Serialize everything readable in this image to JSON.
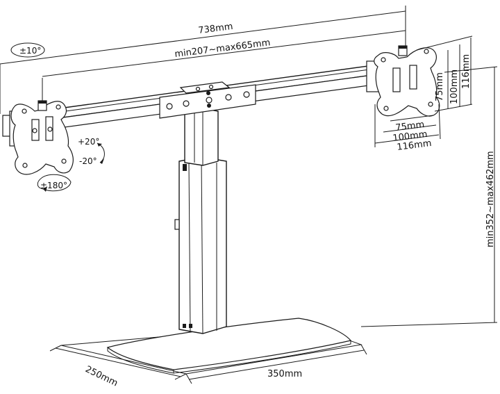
{
  "dimensions": {
    "total_width": "738mm",
    "arm_span": "min207~max665mm",
    "vesa_h_75": "75mm",
    "vesa_h_100": "100mm",
    "vesa_h_116": "116mm",
    "vesa_v_75": "75mm",
    "vesa_v_100": "100mm",
    "vesa_v_116": "116mm",
    "height": "min352~max462mm",
    "base_depth": "250mm",
    "base_width": "350mm"
  },
  "angles": {
    "swivel": "±10°",
    "tilt_up": "+20°",
    "tilt_down": "-20°",
    "rotation": "±180°"
  },
  "colors": {
    "line": "#1a1a1a",
    "background": "#ffffff"
  }
}
